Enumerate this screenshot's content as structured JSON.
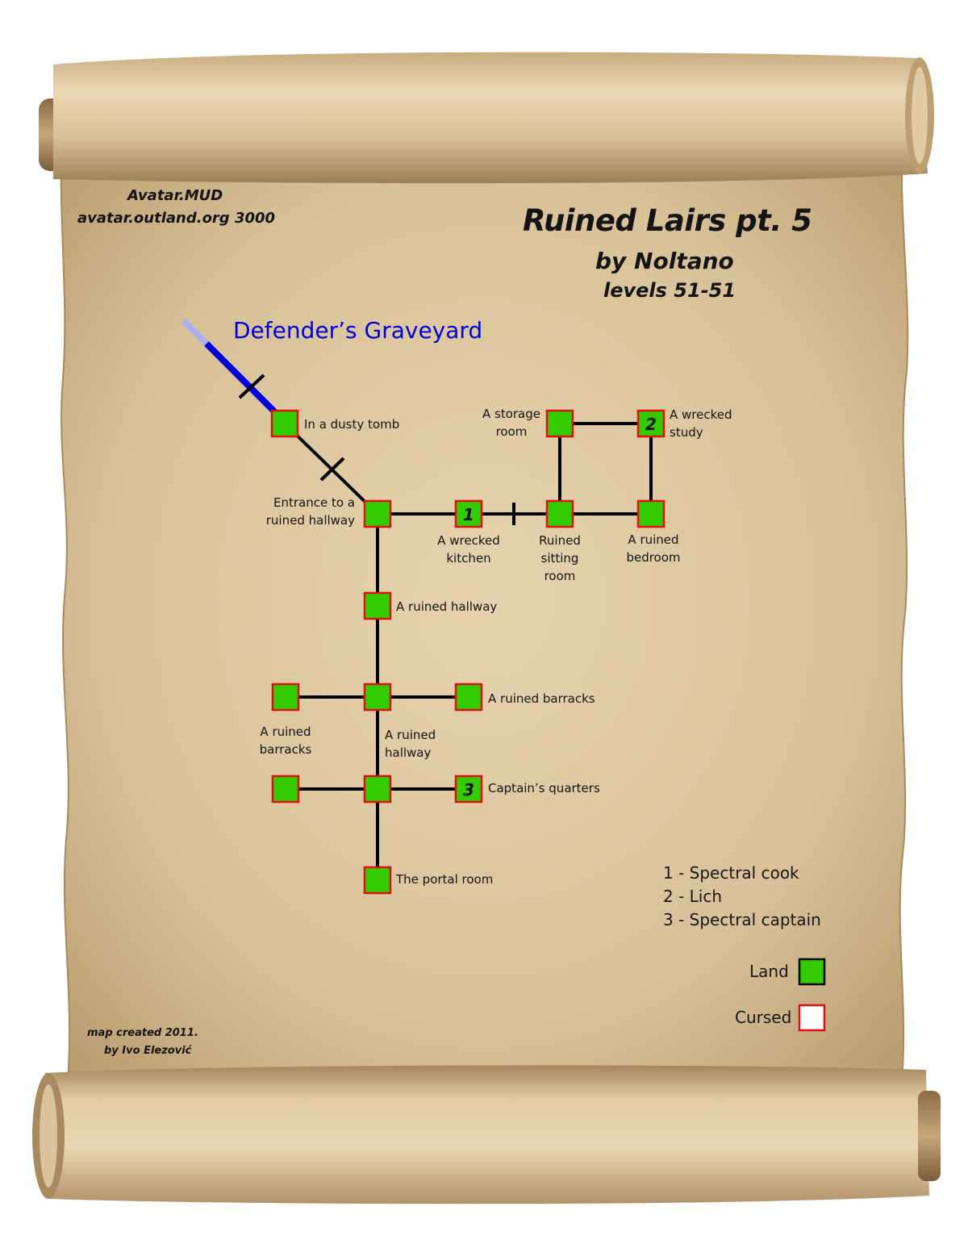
{
  "header": {
    "site_name": "Avatar.MUD",
    "site_address": "avatar.outland.org 3000",
    "title": "Ruined Lairs pt. 5",
    "author": "by Noltano",
    "levels": "levels 51-51"
  },
  "exit_label": "Defender’s Graveyard",
  "rooms": {
    "dusty_tomb": {
      "label": [
        "In a dusty tomb"
      ],
      "type": "land"
    },
    "entrance": {
      "label": [
        "Entrance to a",
        "ruined hallway"
      ],
      "type": "land"
    },
    "kitchen": {
      "label": [
        "A wrecked",
        "kitchen"
      ],
      "type": "land",
      "mob": "1"
    },
    "sitting_room": {
      "label": [
        "Ruined",
        "sitting",
        "room"
      ],
      "type": "land"
    },
    "bedroom": {
      "label": [
        "A ruined",
        "bedroom"
      ],
      "type": "land"
    },
    "storage": {
      "label": [
        "A storage",
        "room"
      ],
      "type": "land"
    },
    "study": {
      "label": [
        "A wrecked",
        "study"
      ],
      "type": "land",
      "mob": "2"
    },
    "hallway1": {
      "label": [
        "A ruined hallway"
      ],
      "type": "land"
    },
    "hallway2": {
      "label": [
        "A ruined",
        "hallway"
      ],
      "type": "land"
    },
    "barracks_left": {
      "label": [
        "A ruined",
        "barracks"
      ],
      "type": "land"
    },
    "barracks_right": {
      "label": [
        "A ruined barracks"
      ],
      "type": "land"
    },
    "hallway3_left": {
      "label": [],
      "type": "land"
    },
    "hallway3": {
      "label": [],
      "type": "land"
    },
    "captains": {
      "label": [
        "Captain’s quarters"
      ],
      "type": "land",
      "mob": "3"
    },
    "portal": {
      "label": [
        "The portal room"
      ],
      "type": "land"
    }
  },
  "legend": {
    "mobs": [
      "1 - Spectral cook",
      "2 - Lich",
      "3 - Spectral captain"
    ],
    "land_label": "Land",
    "cursed_label": "Cursed"
  },
  "credits": {
    "line1": "map created 2011.",
    "line2": "by Ivo Elezović"
  },
  "colors": {
    "land_fill": "#33cc00",
    "room_border": "#dd1111",
    "cursed_fill": "#ffffff",
    "exit_blue": "#0000dd",
    "exit_fade": "#aab0ee",
    "link": "#000000",
    "parchment": "#d9c29e"
  }
}
